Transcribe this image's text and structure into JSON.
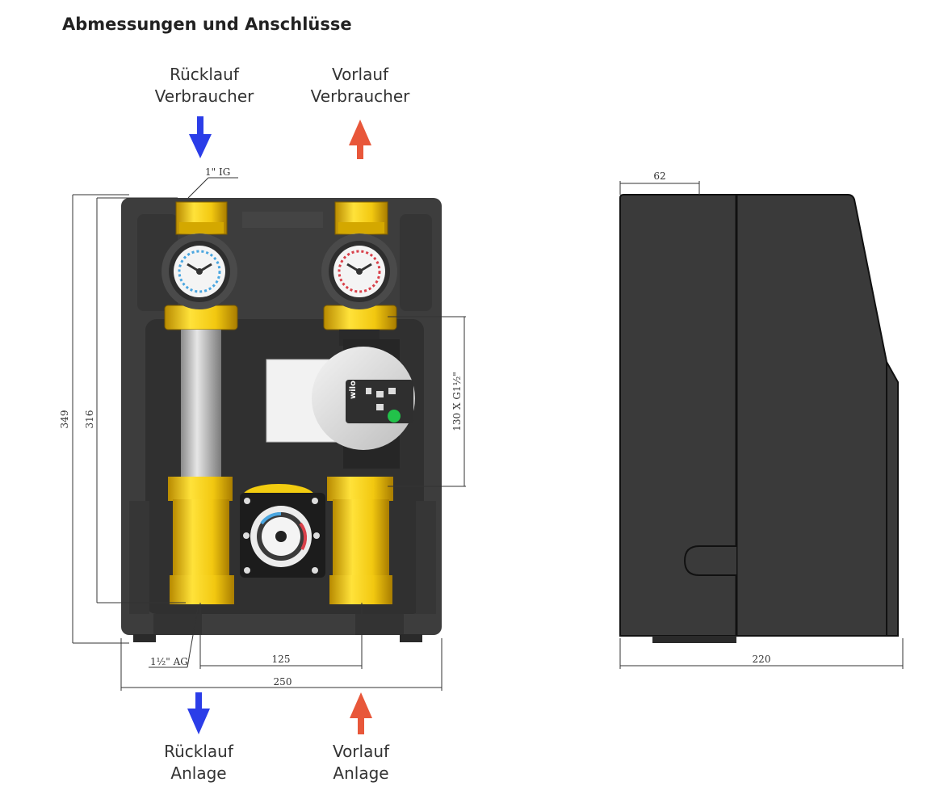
{
  "title": "Abmessungen und Anschlüsse",
  "labels": {
    "ruecklauf_verbraucher": [
      "Rücklauf",
      "Verbraucher"
    ],
    "vorlauf_verbraucher": [
      "Vorlauf",
      "Verbraucher"
    ],
    "ruecklauf_anlage": [
      "Rücklauf",
      "Anlage"
    ],
    "vorlauf_anlage": [
      "Vorlauf",
      "Anlage"
    ]
  },
  "dimensions": {
    "connection_top": "1\" IG",
    "connection_bottom": "1½\" AG",
    "height_total": "349",
    "height_inner": "316",
    "pump": "130 X G1½\"",
    "pipe_distance": "125",
    "width_front": "250",
    "depth_lid": "62",
    "depth_total": "220"
  },
  "pump_brand": "wilo",
  "colors": {
    "return_arrow": "#2b3de8",
    "flow_arrow": "#e8573a",
    "brass": "#f2cc10",
    "insulation": "#3d3d3d"
  }
}
